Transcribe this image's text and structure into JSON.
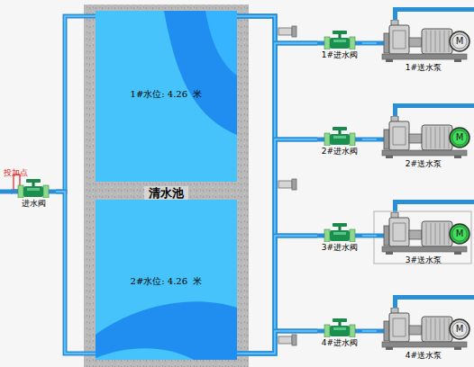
{
  "diagram": {
    "nodes": [
      {
        "text": [
          "进水阀"
        ]
      },
      {
        "text": [
          "1#水位: 4.26  米"
        ]
      },
      {
        "text": [
          "2#水位: 4.26  米"
        ]
      },
      {
        "text": [
          "1#进水阀"
        ]
      },
      {
        "text": [
          "2#进水阀"
        ]
      },
      {
        "text": [
          "3#进水阀"
        ]
      },
      {
        "text": [
          "4#进水阀"
        ]
      },
      {
        "text": [
          "M",
          "1#送水泵"
        ]
      },
      {
        "text": [
          "M",
          "2#送水泵"
        ]
      },
      {
        "text": [
          "M",
          "3#送水泵"
        ]
      },
      {
        "text": [
          "M",
          "4#送水泵"
        ]
      }
    ],
    "edges": [
      {
        "from": 0,
        "to": 1,
        "arrow": "none"
      },
      {
        "from": 0,
        "to": 2,
        "arrow": "none"
      },
      {
        "from": 1,
        "to": 3,
        "arrow": "none"
      },
      {
        "from": 1,
        "to": 4,
        "arrow": "none"
      },
      {
        "from": 1,
        "to": 5,
        "arrow": "none"
      },
      {
        "from": 1,
        "to": 6,
        "arrow": "none"
      },
      {
        "from": 2,
        "to": 3,
        "arrow": "none"
      },
      {
        "from": 2,
        "to": 4,
        "arrow": "none"
      },
      {
        "from": 2,
        "to": 5,
        "arrow": "none"
      },
      {
        "from": 2,
        "to": 6,
        "arrow": "none"
      },
      {
        "from": 3,
        "to": 7,
        "arrow": "none"
      },
      {
        "from": 4,
        "to": 8,
        "arrow": "none"
      },
      {
        "from": 5,
        "to": 9,
        "arrow": "none"
      },
      {
        "from": 6,
        "to": 10,
        "arrow": "none"
      }
    ],
    "labels": [
      "投加点",
      "清水池"
    ]
  }
}
